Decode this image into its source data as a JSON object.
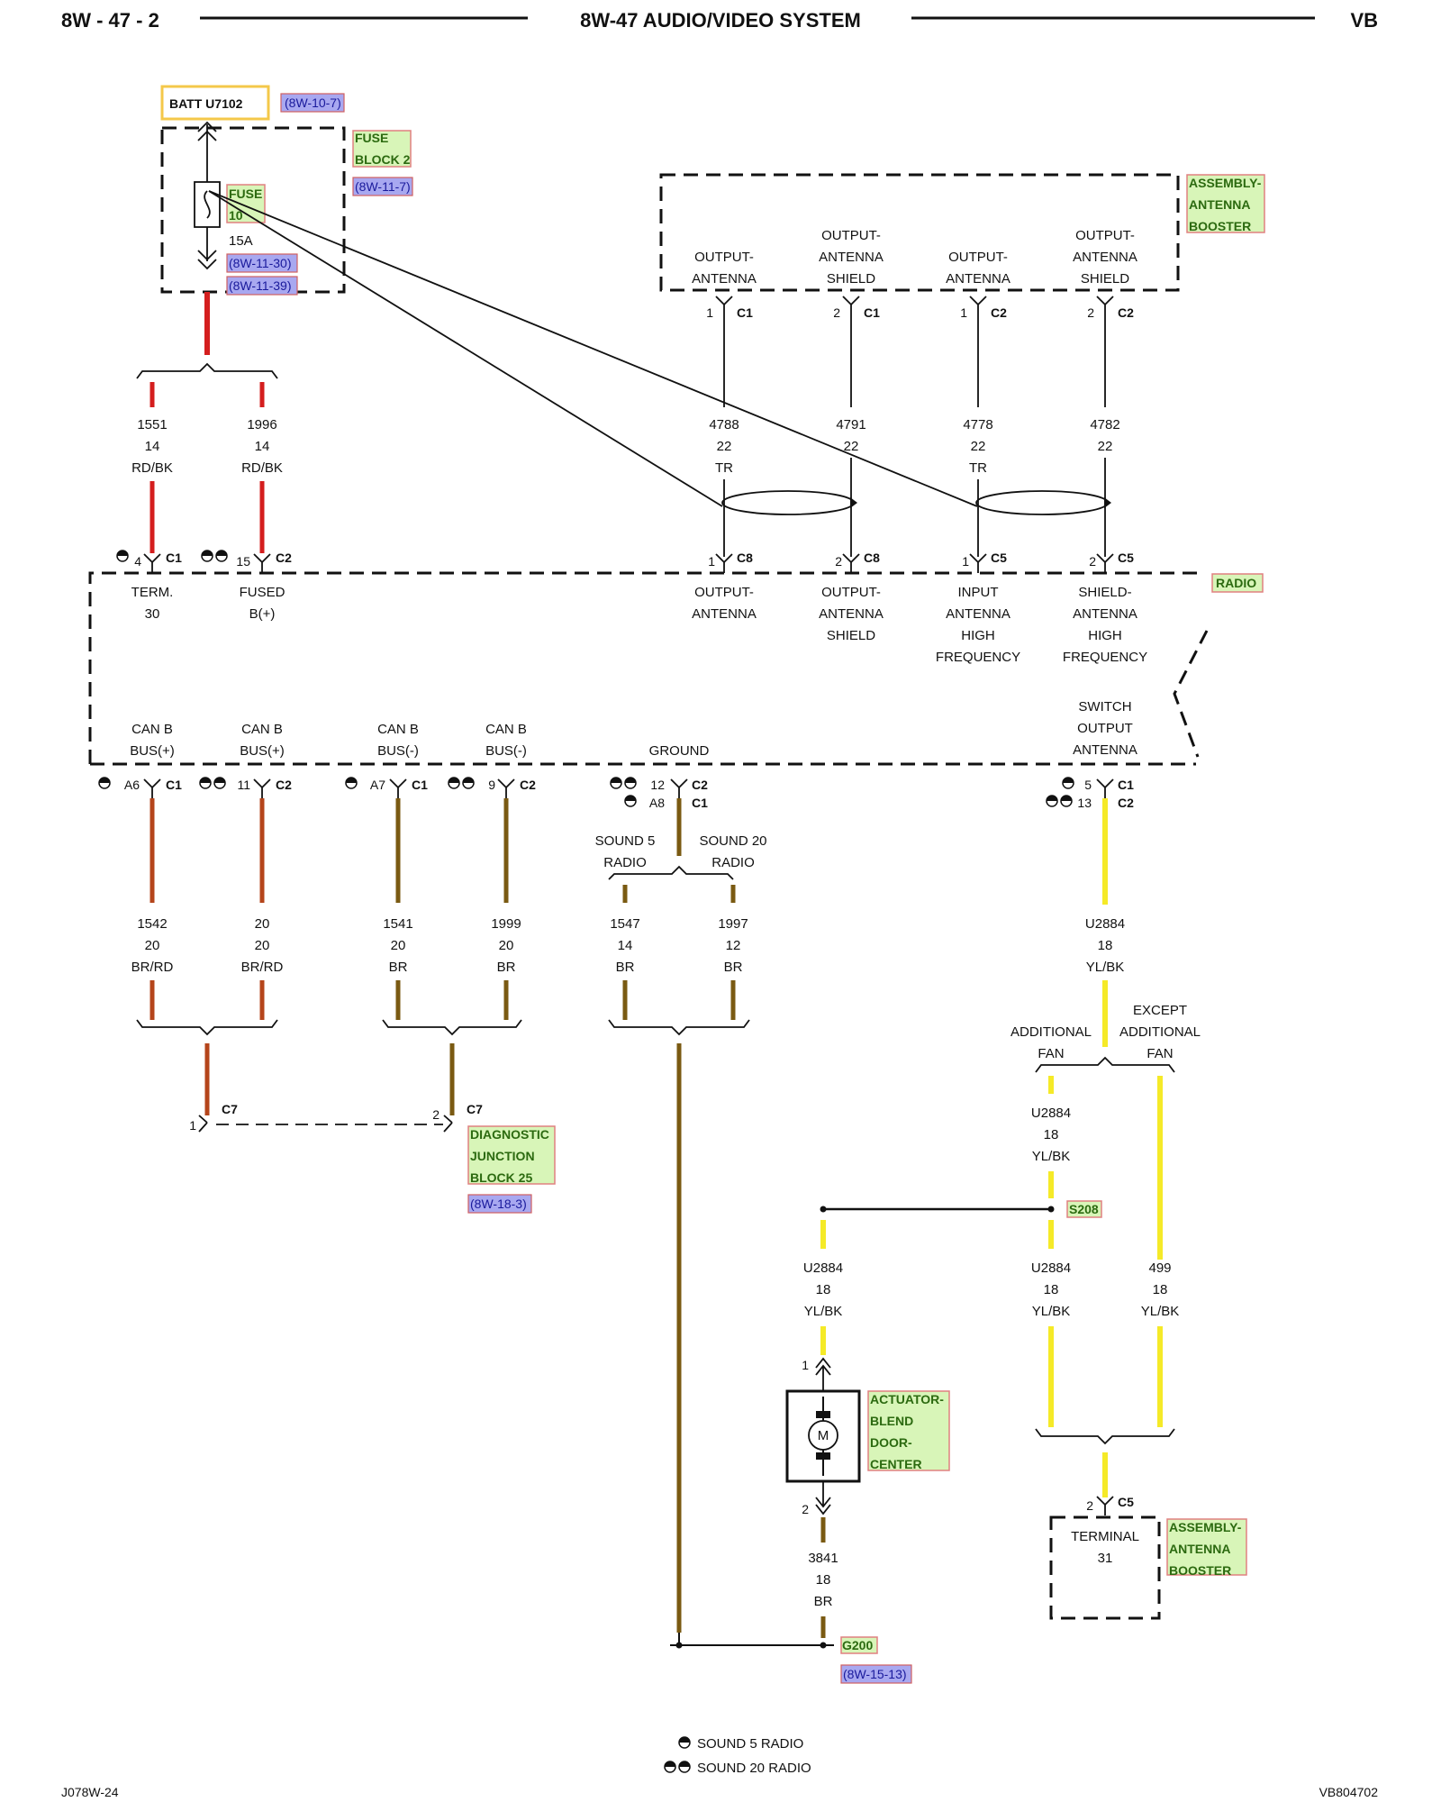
{
  "header": {
    "page_code": "8W - 47 - 2",
    "title": "8W-47 AUDIO/VIDEO SYSTEM",
    "model": "VB"
  },
  "footer": {
    "left_code": "J078W-24",
    "right_code": "VB804702",
    "legend_sound5": "SOUND 5 RADIO",
    "legend_sound20": "SOUND 20 RADIO"
  },
  "power": {
    "batt_label": "BATT U7102",
    "batt_ref": "(8W-10-7)",
    "fuse_block_line1": "FUSE",
    "fuse_block_line2": "BLOCK 2",
    "fuse_block_ref": "(8W-11-7)",
    "fuse_line1": "FUSE",
    "fuse_line2": "10",
    "fuse_rating": "15A",
    "fuse_ref1": "(8W-11-30)",
    "fuse_ref2": "(8W-11-39)"
  },
  "booster_top": {
    "tag1": "ASSEMBLY-",
    "tag2": "ANTENNA",
    "tag3": "BOOSTER",
    "pins": [
      {
        "l1": "",
        "l2": "OUTPUT-",
        "l3": "ANTENNA",
        "pin": "1",
        "conn": "C1",
        "circuit": "4788",
        "gauge": "22",
        "color": "TR"
      },
      {
        "l1": "OUTPUT-",
        "l2": "ANTENNA",
        "l3": "SHIELD",
        "pin": "2",
        "conn": "C1",
        "circuit": "4791",
        "gauge": "22",
        "color": ""
      },
      {
        "l1": "",
        "l2": "OUTPUT-",
        "l3": "ANTENNA",
        "pin": "1",
        "conn": "C2",
        "circuit": "4778",
        "gauge": "22",
        "color": "TR"
      },
      {
        "l1": "OUTPUT-",
        "l2": "ANTENNA",
        "l3": "SHIELD",
        "pin": "2",
        "conn": "C2",
        "circuit": "4782",
        "gauge": "22",
        "color": ""
      }
    ]
  },
  "power_wires": [
    {
      "circuit": "1551",
      "gauge": "14",
      "color": "RD/BK",
      "pin": "4",
      "conn": "C1",
      "f1": "TERM.",
      "f2": "30"
    },
    {
      "circuit": "1996",
      "gauge": "14",
      "color": "RD/BK",
      "pin": "15",
      "conn": "C2",
      "f1": "FUSED",
      "f2": "B(+)"
    }
  ],
  "radio": {
    "tag": "RADIO",
    "antenna_pins": [
      {
        "pin": "1",
        "conn": "C8",
        "l1": "OUTPUT-",
        "l2": "ANTENNA",
        "l3": "",
        "l4": ""
      },
      {
        "pin": "2",
        "conn": "C8",
        "l1": "OUTPUT-",
        "l2": "ANTENNA",
        "l3": "SHIELD",
        "l4": ""
      },
      {
        "pin": "1",
        "conn": "C5",
        "l1": "INPUT",
        "l2": "ANTENNA",
        "l3": "HIGH",
        "l4": "FREQUENCY"
      },
      {
        "pin": "2",
        "conn": "C5",
        "l1": "SHIELD-",
        "l2": "ANTENNA",
        "l3": "HIGH",
        "l4": "FREQUENCY"
      }
    ],
    "bottom_funcs": [
      {
        "l1": "CAN B",
        "l2": "BUS(+)"
      },
      {
        "l1": "CAN B",
        "l2": "BUS(+)"
      },
      {
        "l1": "CAN B",
        "l2": "BUS(-)"
      },
      {
        "l1": "CAN B",
        "l2": "BUS(-)"
      }
    ],
    "ground_label": "GROUND",
    "switch1": "SWITCH",
    "switch2": "OUTPUT",
    "switch3": "ANTENNA"
  },
  "can_wires": [
    {
      "pin": "A6",
      "conn": "C1",
      "circuit": "1542",
      "gauge": "20",
      "color": "BR/RD"
    },
    {
      "pin": "11",
      "conn": "C2",
      "circuit": "20",
      "gauge": "20",
      "color": "BR/RD"
    },
    {
      "pin": "A7",
      "conn": "C1",
      "circuit": "1541",
      "gauge": "20",
      "color": "BR"
    },
    {
      "pin": "9",
      "conn": "C2",
      "circuit": "1999",
      "gauge": "20",
      "color": "BR"
    }
  ],
  "dlc": {
    "pin_left": "1",
    "pin_right": "2",
    "conn": "C7",
    "tag1": "DIAGNOSTIC",
    "tag2": "JUNCTION",
    "tag3": "BLOCK 25",
    "ref": "(8W-18-3)"
  },
  "ground_section": {
    "pin_a": "12",
    "conn_a": "C2",
    "pin_b": "A8",
    "conn_b": "C1",
    "variant1_l1": "SOUND 5",
    "variant1_l2": "RADIO",
    "variant2_l1": "SOUND 20",
    "variant2_l2": "RADIO",
    "wire1": {
      "circuit": "1547",
      "gauge": "14",
      "color": "BR"
    },
    "wire2": {
      "circuit": "1997",
      "gauge": "12",
      "color": "BR"
    },
    "g200": "G200",
    "g200_ref": "(8W-15-13)"
  },
  "switch_section": {
    "pin_a": "5",
    "conn_a": "C1",
    "pin_b": "13",
    "conn_b": "C2",
    "wire_main": {
      "circuit": "U2884",
      "gauge": "18",
      "color": "YL/BK"
    },
    "variant_add_l1": "ADDITIONAL",
    "variant_add_l2": "FAN",
    "variant_exc_l1": "EXCEPT",
    "variant_exc_l2": "ADDITIONAL",
    "variant_exc_l3": "FAN",
    "wire_add": {
      "circuit": "U2884",
      "gauge": "18",
      "color": "YL/BK"
    },
    "splice": "S208",
    "wire_act": {
      "circuit": "U2884",
      "gauge": "18",
      "color": "YL/BK"
    },
    "wire_add2": {
      "circuit": "U2884",
      "gauge": "18",
      "color": "YL/BK"
    },
    "wire_exc": {
      "circuit": "499",
      "gauge": "18",
      "color": "YL/BK"
    }
  },
  "actuator": {
    "pin_top": "1",
    "pin_bottom": "2",
    "motor": "M",
    "tag1": "ACTUATOR-",
    "tag2": "BLEND",
    "tag3": "DOOR-",
    "tag4": "CENTER",
    "wire": {
      "circuit": "3841",
      "gauge": "18",
      "color": "BR"
    }
  },
  "booster_bottom": {
    "pin": "2",
    "conn": "C5",
    "term1": "TERMINAL",
    "term2": "31",
    "tag1": "ASSEMBLY-",
    "tag2": "ANTENNA",
    "tag3": "BOOSTER"
  },
  "colors": {
    "red": "#d41e1e",
    "brown": "#7a5a12",
    "yellow": "#f5ea28",
    "tag_fill": "#d8f5b8",
    "ref_fill": "#a8a8f0"
  }
}
